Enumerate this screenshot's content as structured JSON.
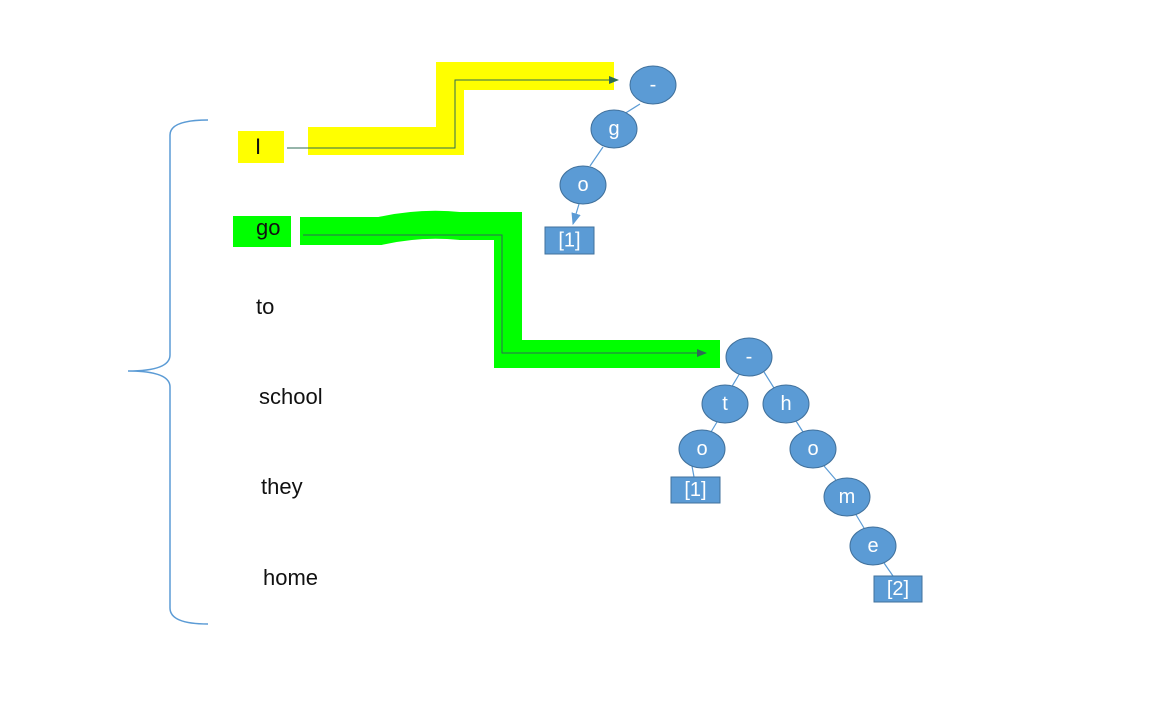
{
  "colors": {
    "node_fill": "#5b9bd5",
    "node_stroke": "#41719c",
    "edge": "#5b9bd5",
    "brace": "#5b9bd5",
    "highlight_yellow": "#ffff00",
    "highlight_green": "#00ff00",
    "arrow": "#2e6b55"
  },
  "words": [
    {
      "id": "w1",
      "text": "I",
      "highlight": "yellow"
    },
    {
      "id": "w2",
      "text": "go",
      "highlight": "green"
    },
    {
      "id": "w3",
      "text": "to",
      "highlight": null
    },
    {
      "id": "w4",
      "text": "school",
      "highlight": null
    },
    {
      "id": "w5",
      "text": "they",
      "highlight": null
    },
    {
      "id": "w6",
      "text": "home",
      "highlight": null
    }
  ],
  "tree1": {
    "nodes": [
      "-",
      "g",
      "o"
    ],
    "leaf": "[1]"
  },
  "tree2": {
    "root": "-",
    "left_branch": [
      "t",
      "o"
    ],
    "left_leaf": "[1]",
    "right_branch": [
      "h",
      "o",
      "m",
      "e"
    ],
    "right_leaf": "[2]"
  }
}
